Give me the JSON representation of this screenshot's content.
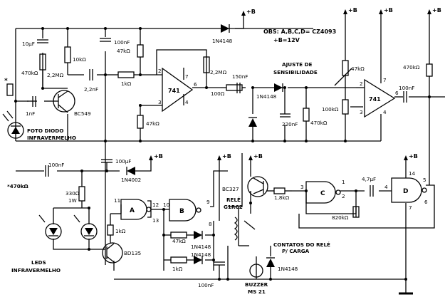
{
  "notes": {
    "line1": "OBS: A,B,C,D= CZ4093",
    "line2": "+B=12V"
  },
  "supply": "+B",
  "asterisk": "*",
  "labels": {
    "c10u": "10μF",
    "r470k_a": "470kΩ",
    "r10k": "10kΩ",
    "r2m2_a": "2,2MΩ",
    "c100n_a": "100nF",
    "c2n2": "2,2nF",
    "r1k_a": "1kΩ",
    "r47k_a": "47kΩ",
    "r47k_b": "47kΩ",
    "c1n": "1nF",
    "q1": "BC549",
    "d1": "1N4148",
    "r2m2_b": "2,2MΩ",
    "r100": "100Ω",
    "c150n": "150nF",
    "d2": "1N4148",
    "c220n": "220nF",
    "r470k_b": "470kΩ",
    "adj1": "AJUSTE DE",
    "adj2": "SENSIBILIDADE",
    "pot": "100kΩ",
    "r47k_c": "47kΩ",
    "r470k_c": "470kΩ",
    "c100n_b": "100nF",
    "photodiode1": "FOTO DIODO",
    "photodiode2": "INFRAVERMELHO",
    "c100n_c": "100nF",
    "c100u": "100μF",
    "d3": "1N4002",
    "r470k_d": "*470kΩ",
    "r330": "330Ω",
    "r330w": "1W",
    "r1k_b": "1kΩ",
    "q2": "BD135",
    "leds1": "LEDS",
    "leds2": "INFRAVERMELHO",
    "r47k_d": "47kΩ",
    "d4": "1N4148",
    "d5": "1N4148",
    "r1k_c": "1kΩ",
    "c100n_d": "100nF",
    "q3": "BC327",
    "relay1": "RELÉ",
    "relay2": "G1RC2",
    "r1k8": "1,8kΩ",
    "contacts1": "CONTATOS DO RELÉ",
    "contacts2": "P/ CARGA",
    "buzzer1": "BUZZER",
    "buzzer2": "MS 21",
    "d6": "1N4148",
    "c4u7": "4,7μF",
    "r820k": "820kΩ",
    "opamp": "741",
    "gateA": "A",
    "gateB": "B",
    "gateC": "C",
    "gateD": "D"
  },
  "pins": {
    "u1_2": "2",
    "u1_3": "3",
    "u1_7": "7",
    "u1_6": "6",
    "u1_4": "4",
    "u2_2": "2",
    "u2_3": "3",
    "u2_7": "7",
    "u2_6": "6",
    "u2_4": "4",
    "a_11": "11",
    "a_12": "12",
    "a_13": "13",
    "b_10": "10",
    "b_9": "9",
    "b_8": "8",
    "c_1": "1",
    "c_2": "2",
    "c_3": "3",
    "d_4": "4",
    "d_5": "5",
    "d_6": "6",
    "d_7": "7",
    "d_14": "14"
  }
}
